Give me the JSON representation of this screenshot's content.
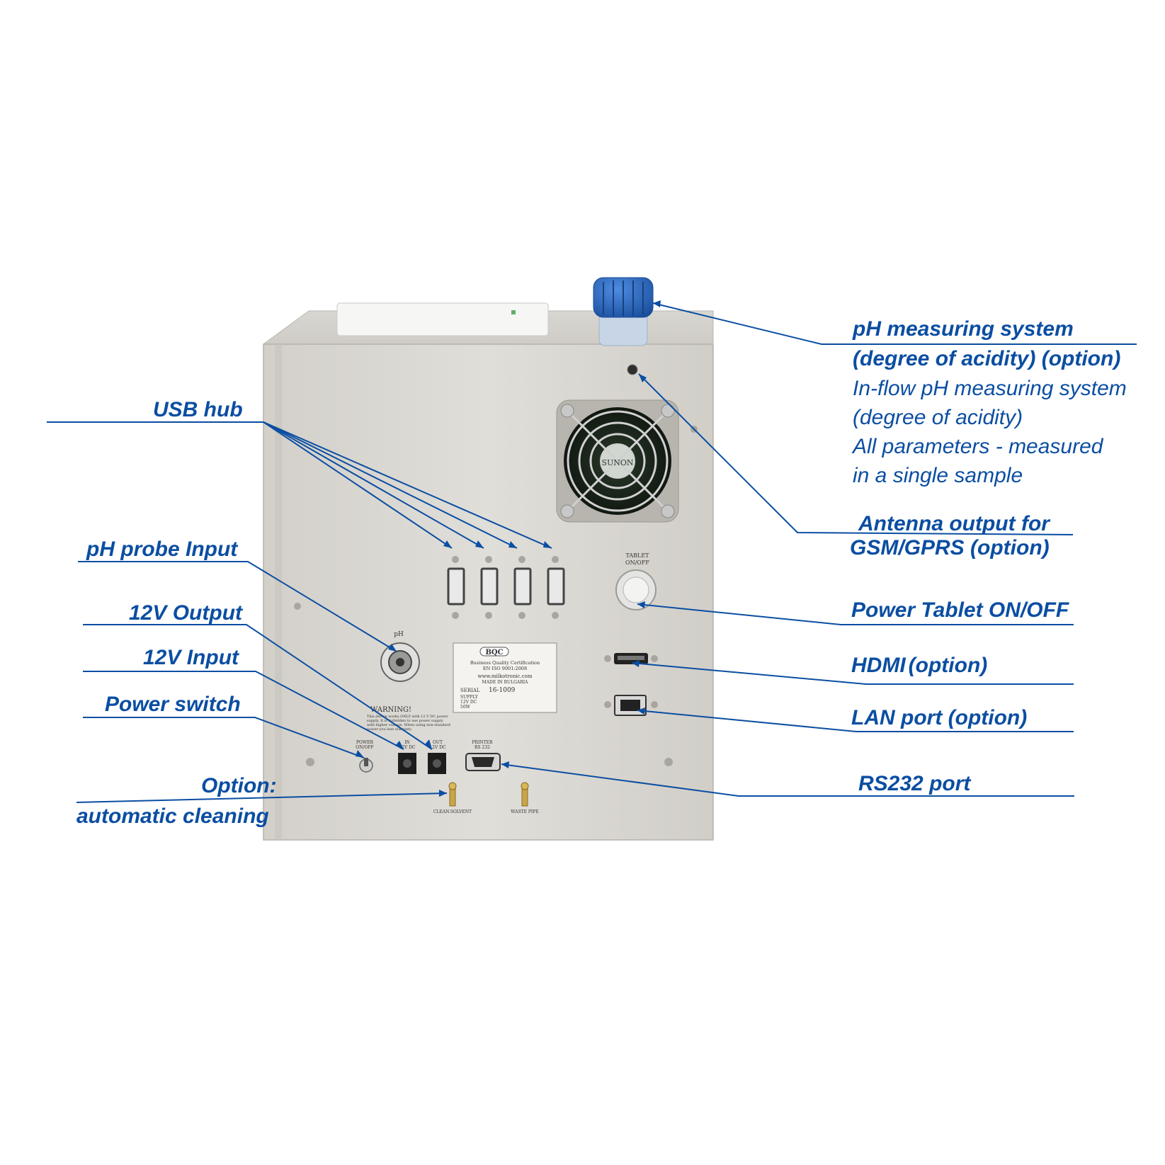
{
  "colors": {
    "label": "#0b4ea2",
    "leader_line": "#0b4ea2",
    "panel": "#d9d6d0",
    "panel_shade": "#c8c5bf",
    "bottle_cap": "#1f5fb8"
  },
  "labels_left": {
    "usb_hub": "USB hub",
    "ph_probe_input": "pH probe Input",
    "output_12v": "12V Output",
    "input_12v": "12V Input",
    "power_switch": "Power switch",
    "cleaning_line1": "Option:",
    "cleaning_line2": "automatic cleaning"
  },
  "labels_right": {
    "ph_system_title1": "pH measuring system",
    "ph_system_title2": "(degree of acidity) (option)",
    "ph_system_desc": [
      "In-flow pH measuring system",
      "(degree of acidity)",
      "All parameters - measured",
      "in a single sample"
    ],
    "antenna_line1": "Antenna output for",
    "antenna_line2": "GSM/GPRS (option)",
    "tablet_power": "Power Tablet ON/OFF",
    "hdmi_main": "HDMI",
    "hdmi_suffix": "(option)",
    "lan_port": "LAN port (option)",
    "rs232_port": "RS232 port"
  },
  "device_markings": {
    "tablet_switch": [
      "TABLET",
      "ON/OFF"
    ],
    "ph_jack": "pH",
    "power_switch": [
      "POWER",
      "ON/OFF"
    ],
    "dc_in": [
      "IN",
      "12V DC"
    ],
    "dc_out": [
      "OUT",
      "12V DC"
    ],
    "printer_port": [
      "PRINTER",
      "RS 232"
    ],
    "fan_brand": "SUNON",
    "warning_title": "WARNING!",
    "warning_text": [
      "This device works ONLY with 12 V DC power",
      "supply. It is forbidden to use power supply",
      "with higher voltage. When using non-standard",
      "power you lose warranty."
    ],
    "plate": {
      "brand": "BQC",
      "cert1": "Business Quality Certification",
      "cert2": "EN ISO 9001:2008",
      "website": "www.milkotronic.com",
      "made_in": "MADE IN BULGARIA",
      "serial_label": "SERIAL",
      "serial_value": "16-1009",
      "supply": [
        "SUPPLY",
        "12V DC",
        "50W"
      ]
    },
    "nozzle_left": "CLEAN.SOLVENT",
    "nozzle_right": "WASTE PIPE"
  }
}
